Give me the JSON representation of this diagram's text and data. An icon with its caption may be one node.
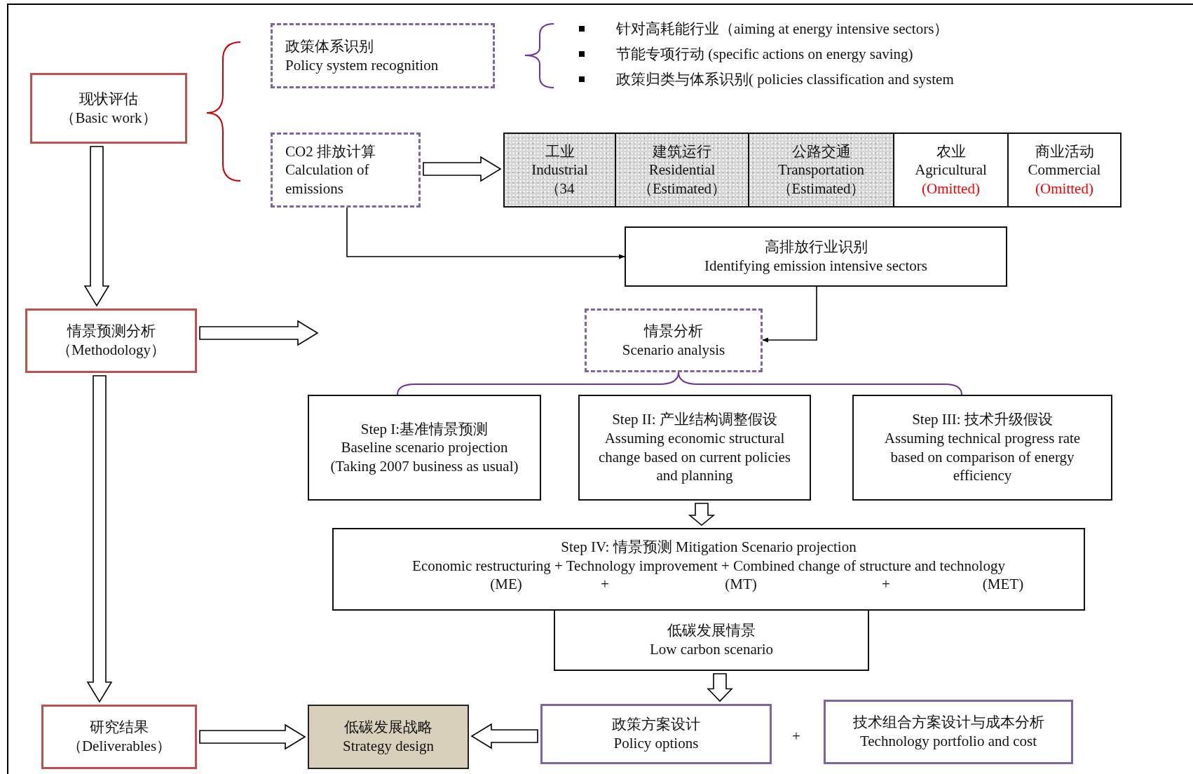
{
  "diagram": {
    "nodes": [
      {
        "text": [
          "政策体系识别",
          "Policy system recognition"
        ]
      },
      {
        "text": [
          "现状评估",
          "（Basic work）"
        ]
      },
      {
        "text": [
          "CO2 排放计算",
          "Calculation of emissions"
        ]
      },
      {
        "text": [
          "工业",
          "Industrial",
          "（34"
        ]
      },
      {
        "text": [
          "建筑运行",
          "Residential",
          "（Estimated）"
        ]
      },
      {
        "text": [
          "公路交通",
          "Transportation",
          "（Estimated）"
        ]
      },
      {
        "text": [
          "农业",
          "Agricultural",
          "(Omitted)"
        ]
      },
      {
        "text": [
          "商业活动",
          "Commercial",
          "(Omitted)"
        ]
      },
      {
        "text": [
          "高排放行业识别",
          "Identifying emission intensive sectors"
        ]
      },
      {
        "text": [
          "情景预测分析",
          "（Methodology）"
        ]
      },
      {
        "text": [
          "情景分析",
          "Scenario analysis"
        ]
      },
      {
        "text": [
          "Step I:基准情景预测",
          "Baseline scenario projection (Taking 2007 business as usual)"
        ]
      },
      {
        "text": [
          "Step II: 产业结构调整假设",
          "Assuming economic structural change based on current policies and planning"
        ]
      },
      {
        "text": [
          "Step III: 技术升级假设",
          "Assuming technical progress rate based on comparison of energy efficiency"
        ]
      },
      {
        "text": [
          "Step IV: 情景预测 Mitigation  Scenario projection",
          "Economic restructuring + Technology improvement + Combined change of structure and technology",
          "(ME)",
          "+",
          "(MT)",
          "+",
          "(MET)"
        ]
      },
      {
        "text": [
          "低碳发展情景",
          "Low carbon scenario"
        ]
      },
      {
        "text": [
          "研究结果",
          "（Deliverables）"
        ]
      },
      {
        "text": [
          "低碳发展战略",
          "Strategy design"
        ]
      },
      {
        "text": [
          "政策方案设计",
          "Policy options"
        ]
      },
      {
        "text": [
          "技术组合方案设计与成本分析",
          "Technology portfolio and cost"
        ]
      }
    ],
    "edges": [
      {
        "from": 1,
        "to": 9,
        "arrow": "to",
        "style": "thick"
      },
      {
        "from": 2,
        "to": 3,
        "arrow": "to",
        "style": "thick"
      },
      {
        "from": 2,
        "to": 8,
        "arrow": "to"
      },
      {
        "from": 8,
        "to": 10,
        "arrow": "to"
      },
      {
        "from": 9,
        "to": null,
        "arrow": "to",
        "style": "thick"
      },
      {
        "from": 12,
        "to": 14,
        "arrow": "to",
        "style": "thick"
      },
      {
        "from": 15,
        "to": 18,
        "arrow": "to",
        "style": "thick"
      },
      {
        "from": 18,
        "to": 17,
        "arrow": "to",
        "style": "thick"
      },
      {
        "from": 16,
        "to": 17,
        "arrow": "to",
        "style": "thick"
      },
      {
        "from": 9,
        "to": 16,
        "arrow": "to",
        "style": "thick"
      }
    ],
    "labels": [
      "针对高耗能行业（aiming at energy intensive sectors）",
      "节能专项行动 (specific actions on energy saving)",
      "政策归类与体系识别( policies classification and system",
      "+"
    ]
  }
}
